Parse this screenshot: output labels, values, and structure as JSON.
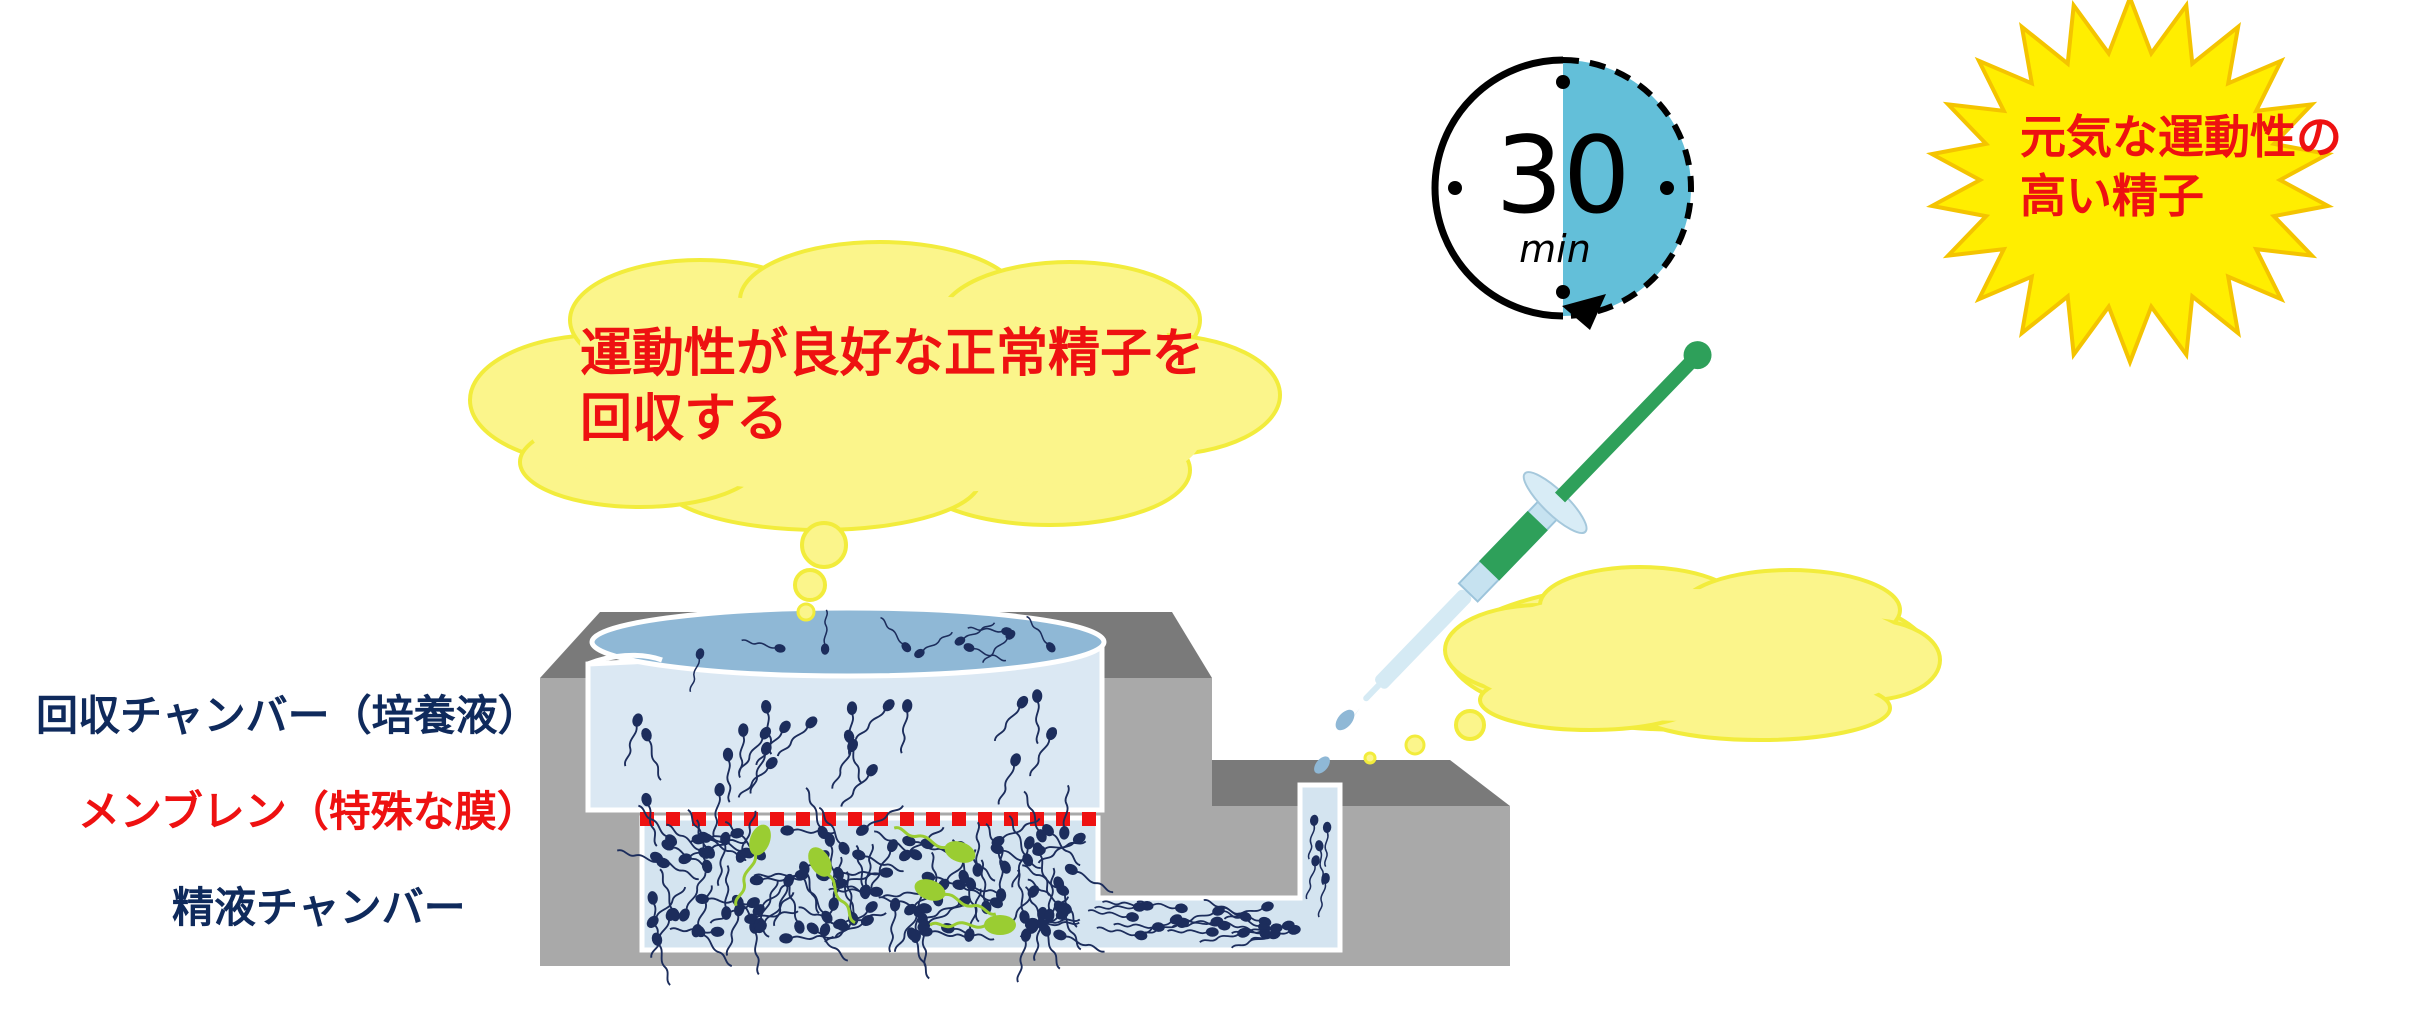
{
  "labels": {
    "collection_chamber": "回収チャンバー（培養液）",
    "membrane": "メンブレン（特殊な膜）",
    "semen_chamber": "精液チャンバー"
  },
  "thought_bubble": {
    "text": "運動性が良好な正常精子を回収する"
  },
  "burst": {
    "text": "元気な運動性の高い精子"
  },
  "timer": {
    "value": "30",
    "unit": "min",
    "fraction_elapsed": 0.5
  },
  "colors": {
    "navy_text": "#0f2a5c",
    "red_text": "#ee1111",
    "bubble_fill": "#fbf58b",
    "bubble_stroke": "#f2ec3c",
    "star_fill": "#ffee00",
    "star_stroke": "#f4c400",
    "device_gray": "#a9a9a9",
    "device_dark": "#808080",
    "liquid": "#d4e4f0",
    "liquid_top": "#8fb8d6",
    "sperm_dark": "#1c2d5c",
    "sperm_green": "#9acd32",
    "timer_blue": "#63bfd9",
    "syringe_green": "#2ea05a"
  }
}
